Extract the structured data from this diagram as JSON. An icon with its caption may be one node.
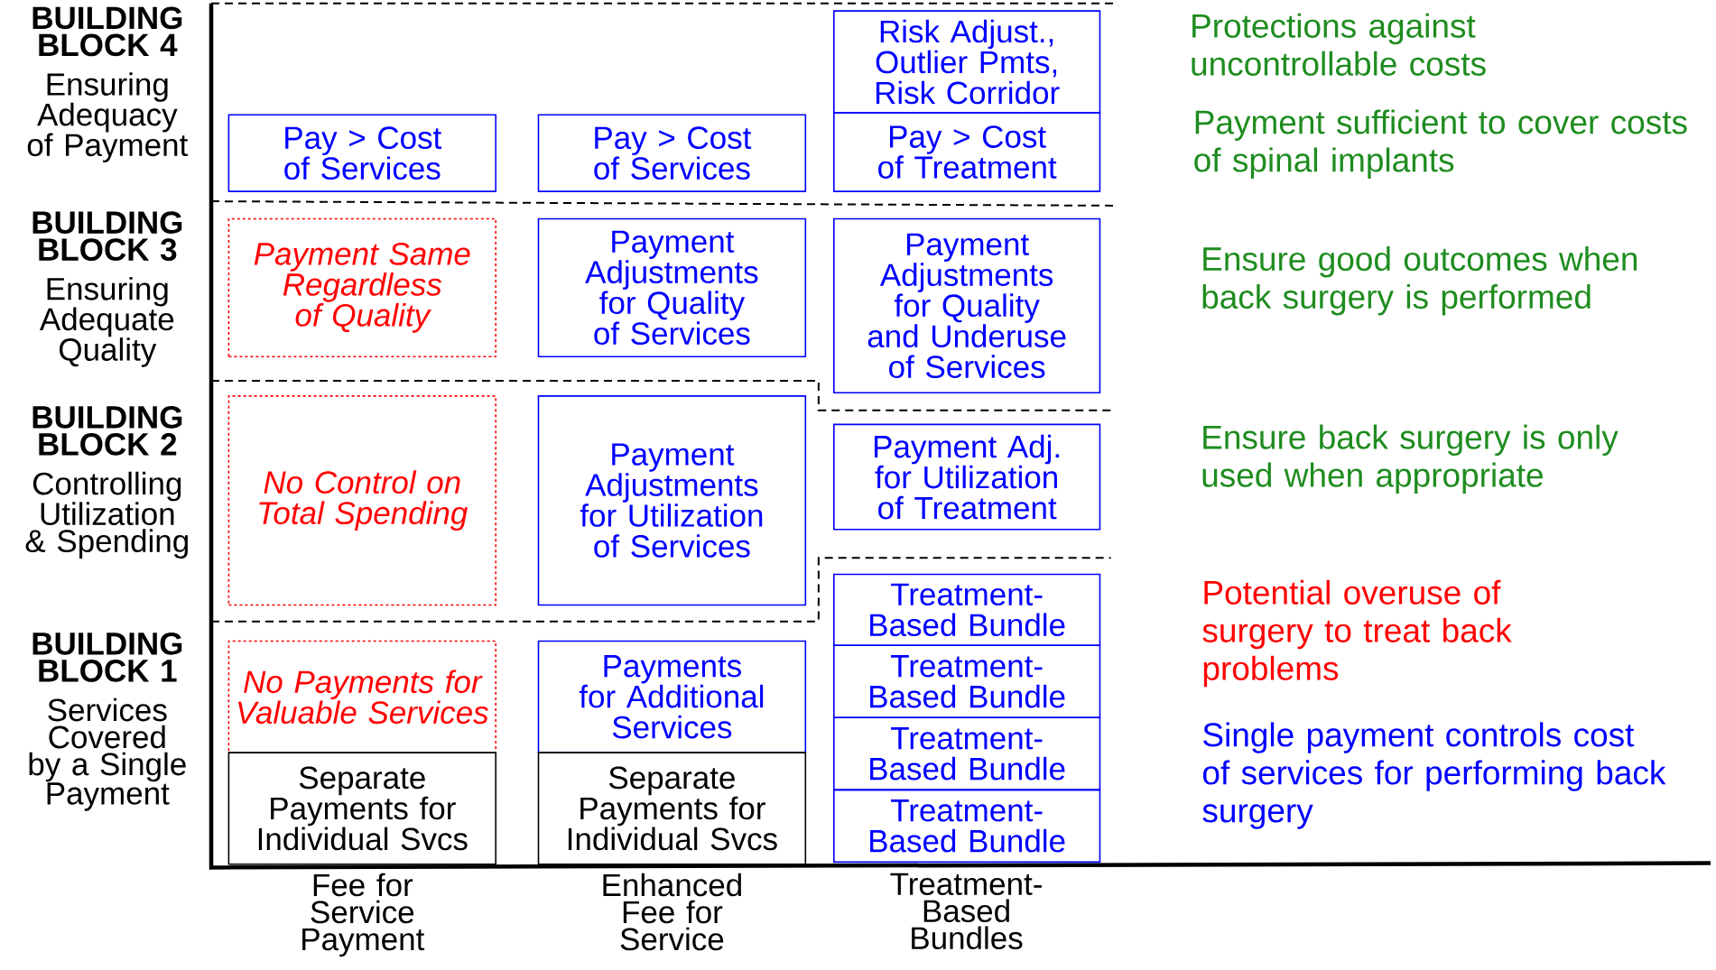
{
  "diagram": {
    "nodes": [
      {
        "text": [
          "Pay > Cost of Services"
        ]
      },
      {
        "text": [
          "Pay > Cost of Services"
        ]
      },
      {
        "text": [
          "Risk Adjust., Outlier Pmts, Risk Corridor"
        ]
      },
      {
        "text": [
          "Pay > Cost of Treatment"
        ]
      },
      {
        "text": [
          "Payment Same Regardless of Quality"
        ]
      },
      {
        "text": [
          "Payment Adjustments for Quality of Services"
        ]
      },
      {
        "text": [
          "Payment Adjustments for Quality and Underuse of Services"
        ]
      },
      {
        "text": [
          "No Control on Total Spending"
        ]
      },
      {
        "text": [
          "Payment Adjustments for Utilization of Services"
        ]
      },
      {
        "text": [
          "Payment Adj. for Utilization of Treatment"
        ]
      },
      {
        "text": [
          "Treatment-Based Bundle"
        ]
      },
      {
        "text": [
          "No Payments for Valuable Services"
        ]
      },
      {
        "text": [
          "Payments for Additional Services"
        ]
      },
      {
        "text": [
          "Treatment-Based Bundle"
        ]
      },
      {
        "text": [
          "Treatment-Based Bundle"
        ]
      },
      {
        "text": [
          "Separate Payments for Individual Svcs"
        ]
      },
      {
        "text": [
          "Separate Payments for Individual Svcs"
        ]
      },
      {
        "text": [
          "Treatment-Based Bundle"
        ]
      }
    ],
    "labels": [
      "BUILDING BLOCK 4",
      "Ensuring Adequacy of Payment",
      "Protections against uncontrollable costs",
      "Payment sufficient to cover costs of spinal implants",
      "BUILDING BLOCK 3",
      "Ensuring Adequate Quality",
      "Ensure good outcomes when back surgery is performed",
      "BUILDING BLOCK 2",
      "Controlling Utilization & Spending",
      "Ensure back surgery is only used when appropriate",
      "BUILDING BLOCK 1",
      "Services Covered by a Single Payment",
      "Potential overuse of surgery to treat back problems",
      "Single payment controls cost of services for performing back surgery",
      "Fee for Service Payment",
      "Enhanced Fee for Service",
      "Treatment-Based Bundles"
    ]
  }
}
